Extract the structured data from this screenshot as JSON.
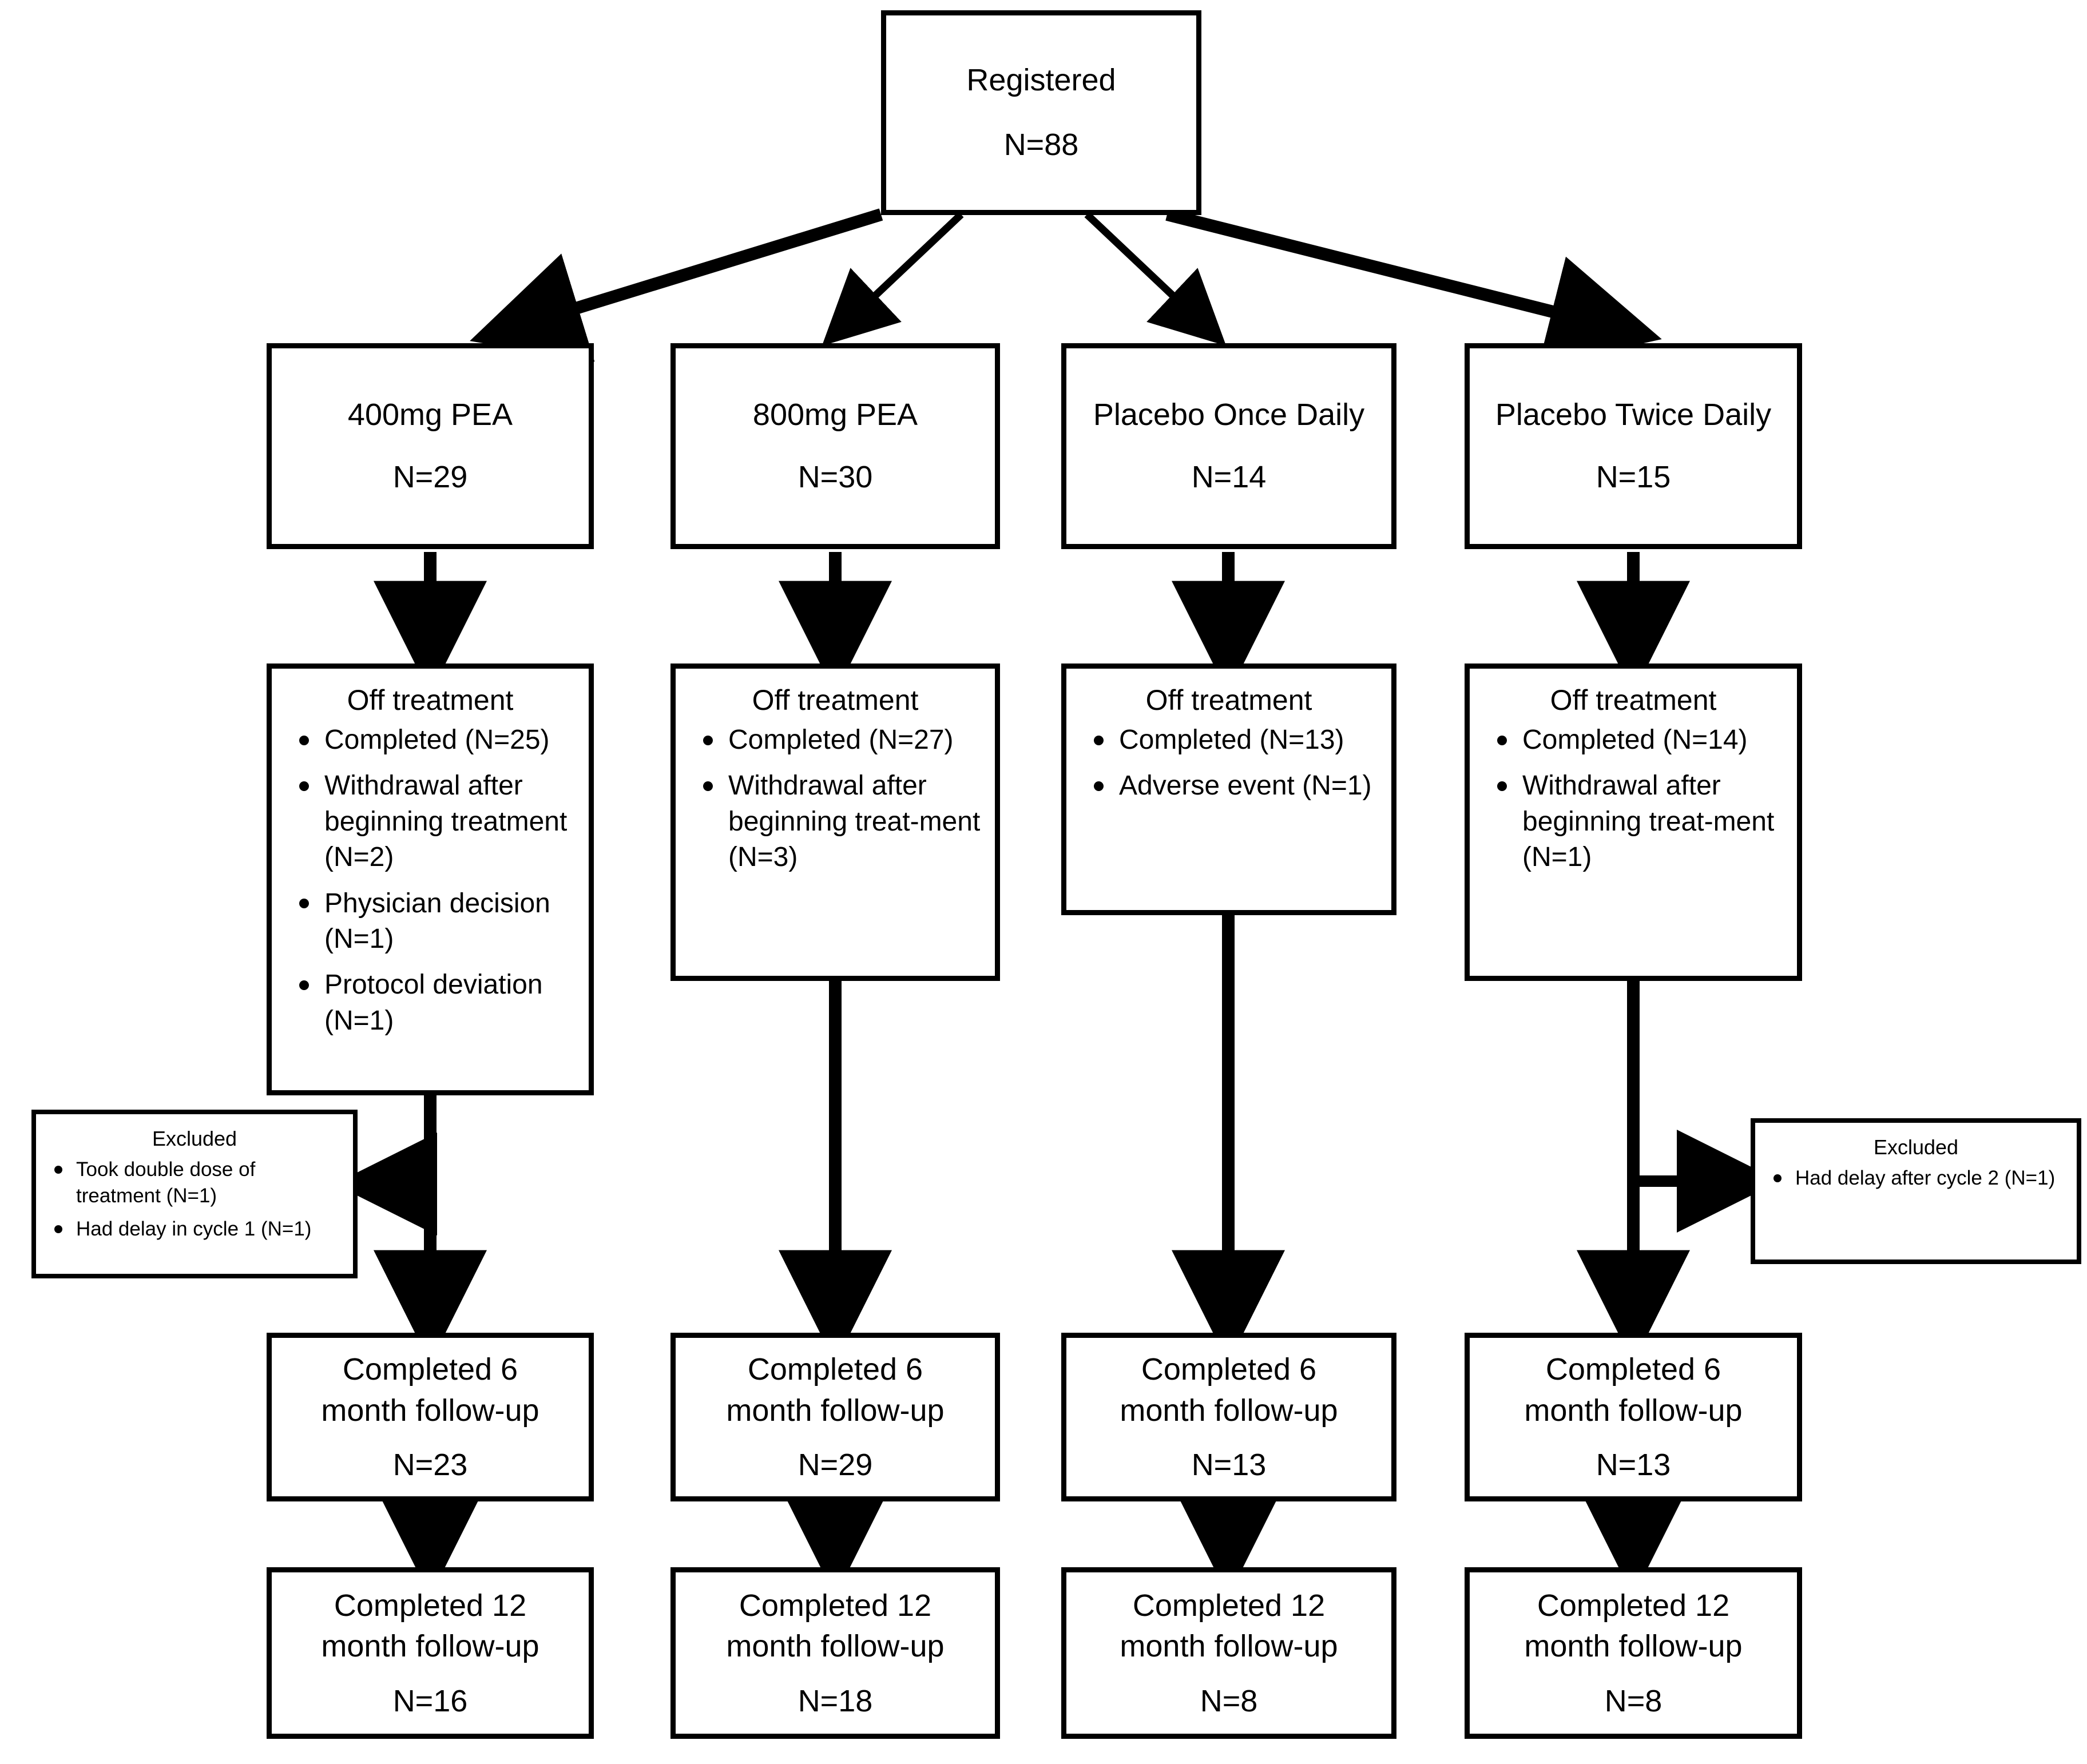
{
  "diagram": {
    "type": "consort-flow-diagram",
    "root": {
      "title": "Registered",
      "n": "N=88"
    },
    "arms": [
      {
        "group": {
          "title": "400mg PEA",
          "n": "N=29"
        },
        "off_treatment": {
          "heading": "Off treatment",
          "items": [
            "Completed (N=25)",
            "Withdrawal after beginning treatment (N=2)",
            "Physician decision (N=1)",
            "Protocol deviation (N=1)"
          ]
        },
        "followup6": {
          "line1": "Completed 6",
          "line2": "month follow-up",
          "n": "N=23"
        },
        "followup12": {
          "line1": "Completed 12",
          "line2": "month follow-up",
          "n": "N=16"
        }
      },
      {
        "group": {
          "title": "800mg PEA",
          "n": "N=30"
        },
        "off_treatment": {
          "heading": "Off treatment",
          "items": [
            "Completed (N=27)",
            "Withdrawal after beginning treat-ment (N=3)"
          ]
        },
        "followup6": {
          "line1": "Completed 6",
          "line2": "month follow-up",
          "n": "N=29"
        },
        "followup12": {
          "line1": "Completed 12",
          "line2": "month follow-up",
          "n": "N=18"
        }
      },
      {
        "group": {
          "title": "Placebo Once Daily",
          "n": "N=14"
        },
        "off_treatment": {
          "heading": "Off treatment",
          "items": [
            "Completed (N=13)",
            "Adverse event (N=1)"
          ]
        },
        "followup6": {
          "line1": "Completed 6",
          "line2": "month follow-up",
          "n": "N=13"
        },
        "followup12": {
          "line1": "Completed 12",
          "line2": "month follow-up",
          "n": "N=8"
        }
      },
      {
        "group": {
          "title": "Placebo Twice Daily",
          "n": "N=15"
        },
        "off_treatment": {
          "heading": "Off treatment",
          "items": [
            "Completed (N=14)",
            "Withdrawal after beginning treat-ment (N=1)"
          ]
        },
        "followup6": {
          "line1": "Completed 6",
          "line2": "month follow-up",
          "n": "N=13"
        },
        "followup12": {
          "line1": "Completed 12",
          "line2": "month follow-up",
          "n": "N=8"
        }
      }
    ],
    "excluded_left": {
      "heading": "Excluded",
      "items": [
        "Took double dose of treatment (N=1)",
        "Had delay in cycle 1 (N=1)"
      ]
    },
    "excluded_right": {
      "heading": "Excluded",
      "items": [
        "Had delay after cycle 2 (N=1)"
      ]
    },
    "colors": {
      "stroke": "#000000",
      "fill": "#ffffff"
    }
  }
}
